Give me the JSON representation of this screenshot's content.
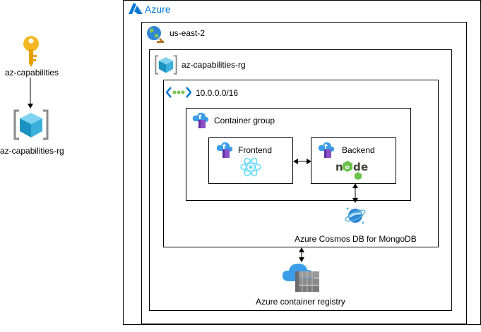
{
  "left": {
    "key_label": "az-capabilities",
    "rg_label": "az-capabilities-rg"
  },
  "azure": {
    "label": "Azure"
  },
  "region": {
    "label": "us-east-2"
  },
  "resource_group": {
    "label": "az-capabilities-rg"
  },
  "vnet": {
    "label": "10.0.0.0/16"
  },
  "container_group": {
    "label": "Container group"
  },
  "frontend": {
    "label": "Frontend"
  },
  "backend": {
    "label": "Backend"
  },
  "cosmos": {
    "label": "Azure Cosmos DB for MongoDB"
  },
  "registry": {
    "label": "Azure container registry"
  },
  "colors": {
    "azure_blue": "#0078d4",
    "cube_light": "#50c8e8",
    "cube_dark": "#1b93c0",
    "react": "#61dafb",
    "node_green": "#6cc24a",
    "key_gold": "#f2b824",
    "container_purple": "#8a4fc7"
  }
}
